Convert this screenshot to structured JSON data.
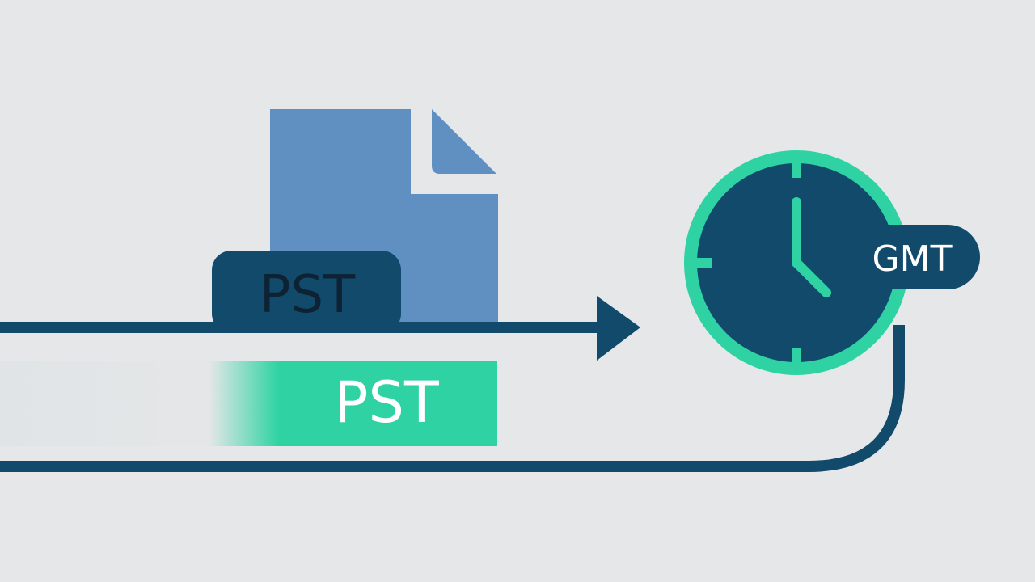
{
  "colors": {
    "background": "#e6e7e8",
    "navy": "#124a6c",
    "file_blue": "#6090c2",
    "teal": "#2fd3a3",
    "white": "#ffffff",
    "dark_text": "#0d2233"
  },
  "labels": {
    "source_badge": "PST",
    "converted_badge": "PST",
    "clock_badge": "GMT"
  },
  "icons": {
    "document": "document-icon",
    "clock": "clock-icon",
    "arrow": "arrow-right-icon"
  }
}
